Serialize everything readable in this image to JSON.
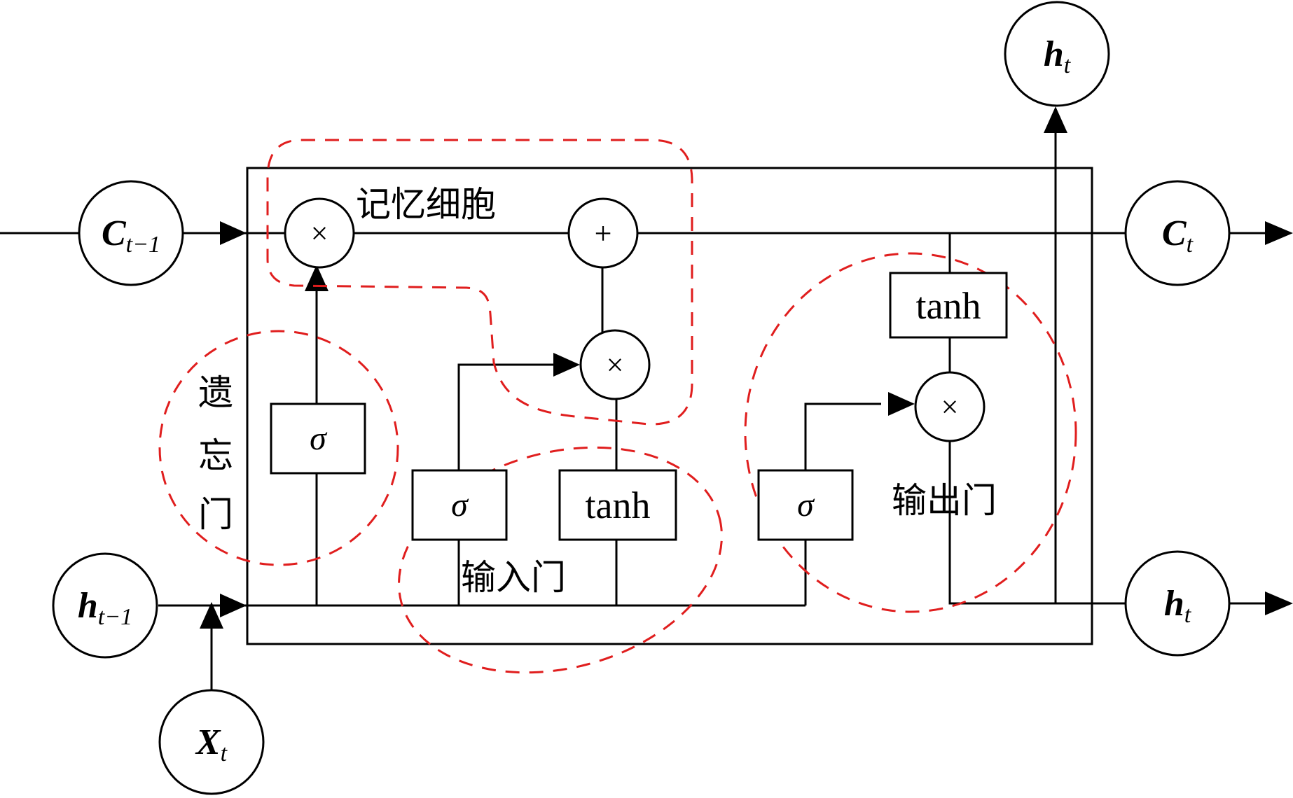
{
  "nodes": {
    "c_prev": {
      "main": "C",
      "sub": "t−1"
    },
    "h_prev": {
      "main": "h",
      "sub": "t−1"
    },
    "x_t": {
      "main": "X",
      "sub": "t"
    },
    "c_t": {
      "main": "C",
      "sub": "t"
    },
    "h_t_right": {
      "main": "h",
      "sub": "t"
    },
    "h_t_top": {
      "main": "h",
      "sub": "t"
    }
  },
  "operators": {
    "multiply": "×",
    "add": "+"
  },
  "blocks": {
    "sigma": "σ",
    "tanh": "tanh"
  },
  "regions": {
    "memory_cell": "记忆细胞",
    "forget_gate": [
      "遗",
      "忘",
      "门"
    ],
    "input_gate": "输入门",
    "output_gate": "输出门"
  },
  "colors": {
    "line": "#000000",
    "region_outline": "#e01e1e"
  }
}
